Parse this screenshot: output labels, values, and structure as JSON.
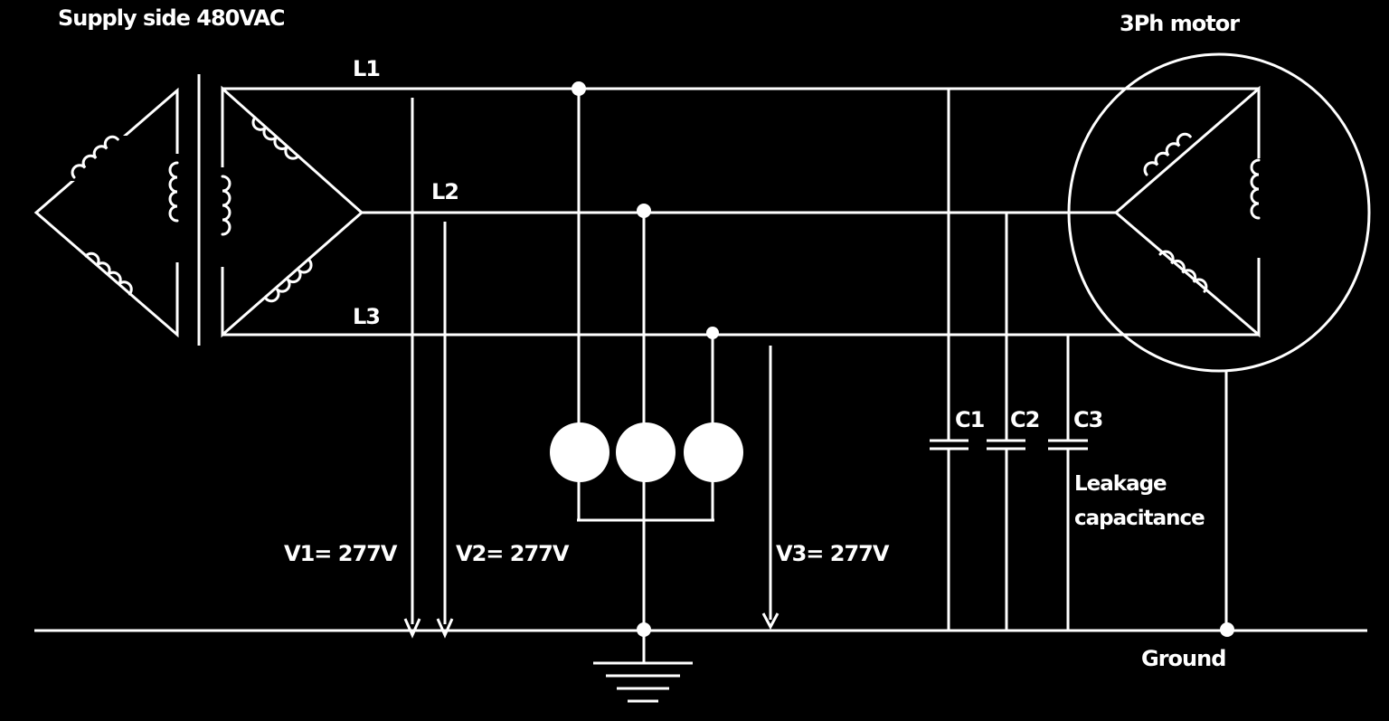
{
  "labels": {
    "supply": "Supply side 480VAC",
    "motor": "3Ph motor",
    "l1": "L1",
    "l2": "L2",
    "l3": "L3",
    "v1": "V1= 277V",
    "v2": "V2= 277V",
    "v3": "V3= 277V",
    "c1": "C1",
    "c2": "C2",
    "c3": "C3",
    "leakage_line1": "Leakage",
    "leakage_line2": "capacitance",
    "ground": "Ground"
  },
  "colors": {
    "background": "#000000",
    "foreground": "#ffffff"
  }
}
